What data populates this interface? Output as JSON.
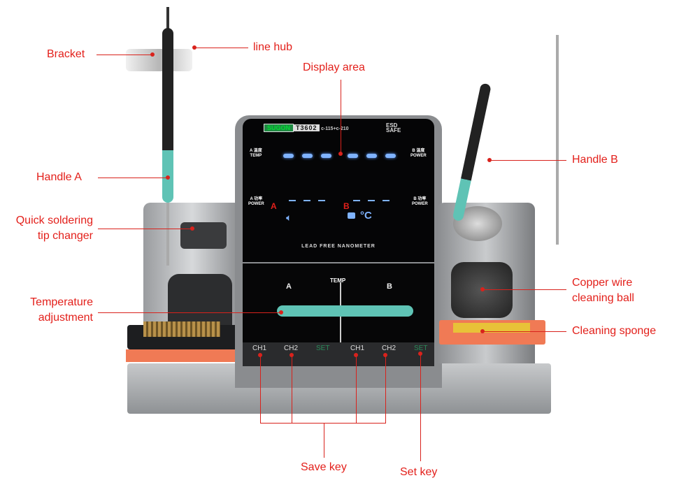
{
  "labels": {
    "bracket": "Bracket",
    "line_hub": "line hub",
    "display_area": "Display area",
    "handle_a": "Handle A",
    "tip_changer": [
      "Quick soldering",
      "tip changer"
    ],
    "temp_adjust": [
      "Temperature",
      "adjustment"
    ],
    "handle_b": "Handle B",
    "copper_ball": [
      "Copper wire",
      "cleaning ball"
    ],
    "sponge": "Cleaning sponge",
    "save_key": "Save key",
    "set_key": "Set key"
  },
  "display": {
    "brand": "SUGON",
    "model": "T3602",
    "tips": "c-115+c-210",
    "esd": [
      "ESD",
      "SAFE"
    ],
    "a_temp": [
      "A 温度",
      "TEMP"
    ],
    "b_temp": [
      "B 温度",
      "POWER"
    ],
    "a_power": [
      "A 功率",
      "POWER"
    ],
    "b_power": [
      "B 功率",
      "POWER"
    ],
    "ch_a": "A",
    "ch_b": "B",
    "slogan": "LEAD FREE NANOMETER",
    "temp": "TEMP",
    "slider_a": "A",
    "slider_b": "B",
    "keys": [
      "CH1",
      "CH2",
      "SET",
      "CH1",
      "CH2",
      "SET"
    ]
  },
  "colors": {
    "annotation": "#e3201b",
    "accent": "#5fc3b5",
    "display_blue": "#7fb3ff"
  }
}
